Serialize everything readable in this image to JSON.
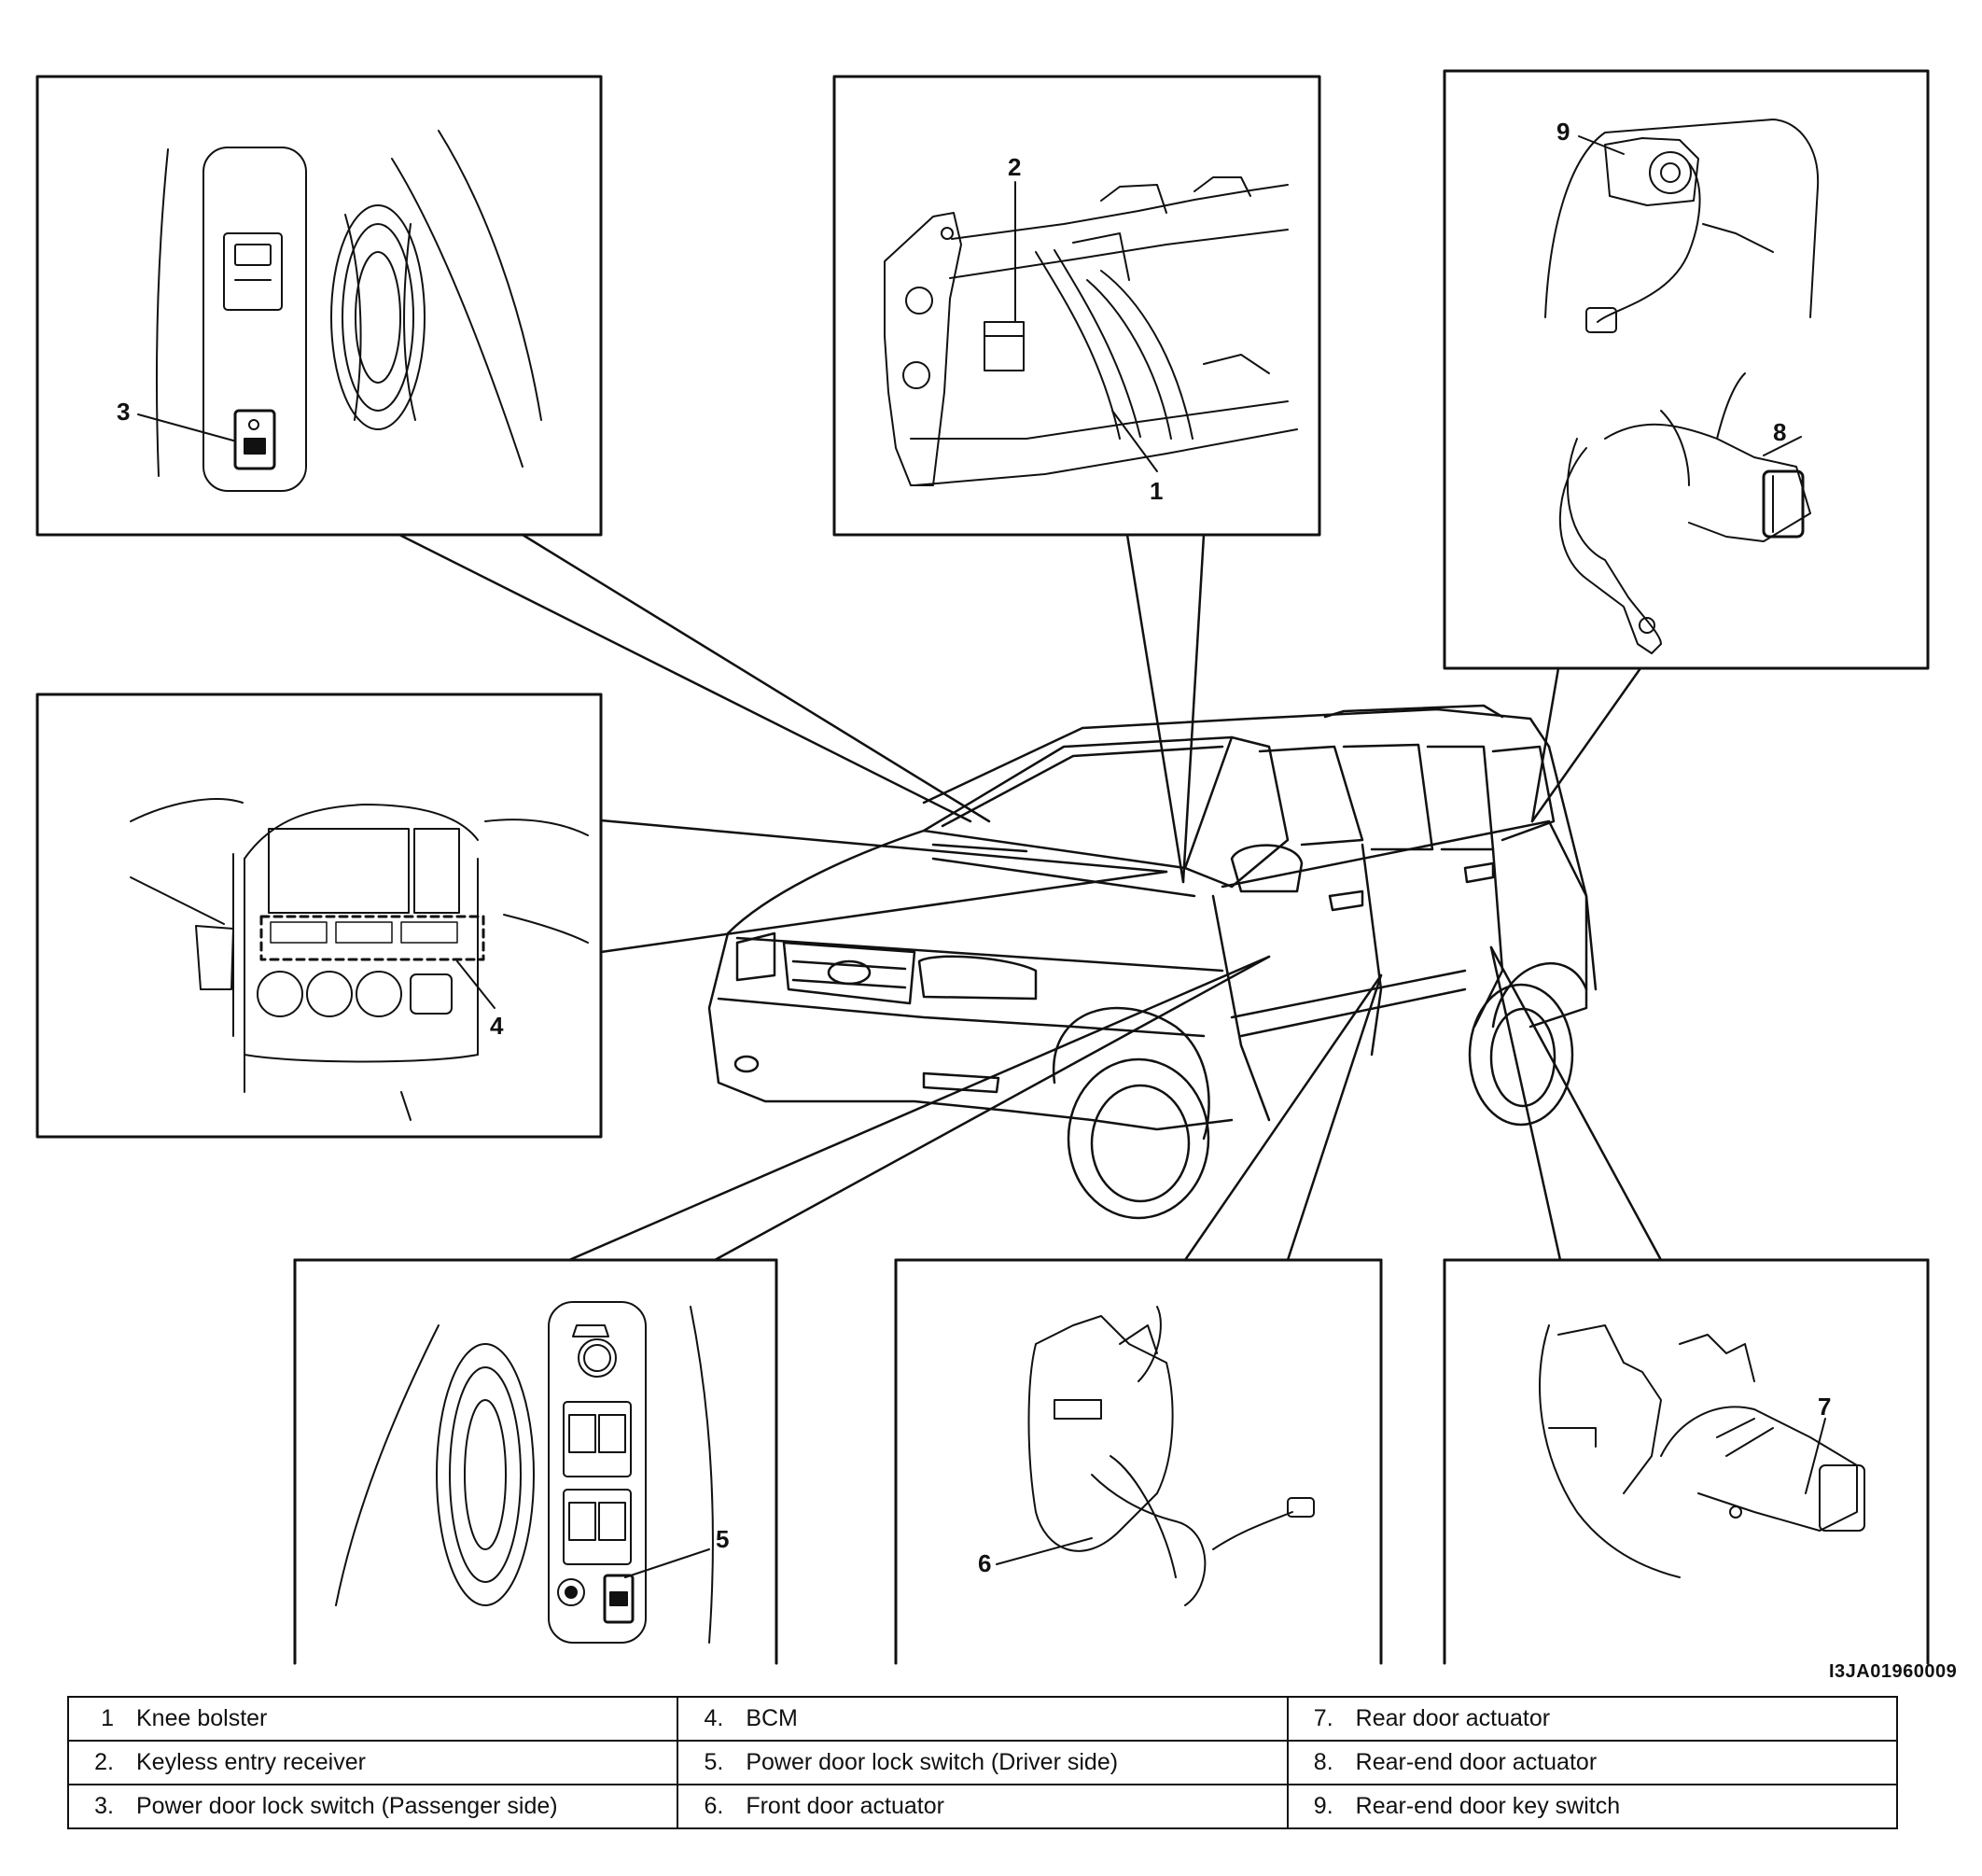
{
  "callouts": {
    "c1": "1",
    "c2": "2",
    "c3": "3",
    "c4": "4",
    "c5": "5",
    "c6": "6",
    "c7": "7",
    "c8": "8",
    "c9": "9"
  },
  "reference_code": "I3JA01960009",
  "legend": [
    {
      "num": "1",
      "label": "Knee bolster"
    },
    {
      "num": "2.",
      "label": "Keyless entry receiver"
    },
    {
      "num": "3.",
      "label": "Power door lock switch (Passenger side)"
    },
    {
      "num": "4.",
      "label": "BCM"
    },
    {
      "num": "5.",
      "label": "Power door lock switch (Driver side)"
    },
    {
      "num": "6.",
      "label": "Front door actuator"
    },
    {
      "num": "7.",
      "label": "Rear door actuator"
    },
    {
      "num": "8.",
      "label": "Rear-end door actuator"
    },
    {
      "num": "9.",
      "label": "Rear-end door key switch"
    }
  ]
}
